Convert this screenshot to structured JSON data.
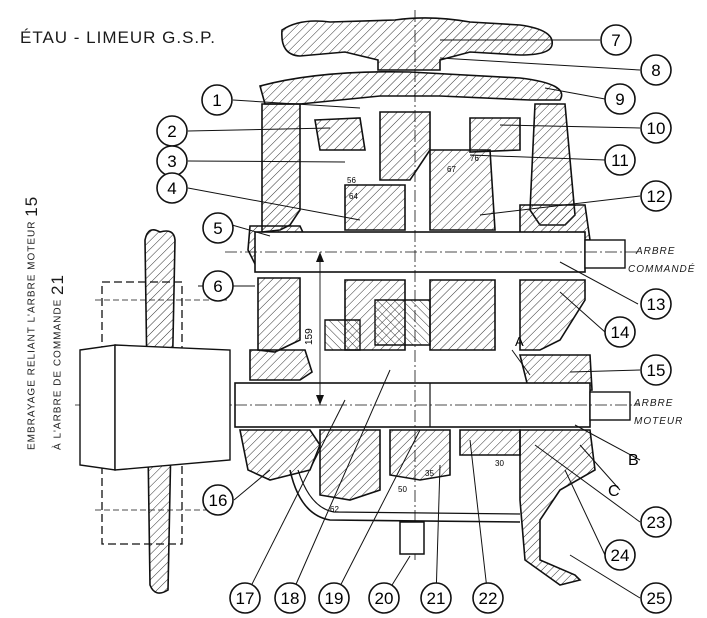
{
  "title": "ÉTAU - LIMEUR  G.S.P.",
  "side_labels": {
    "arbre_commande_1": "ARBRE",
    "arbre_commande_2": "COMMANDÉ",
    "arbre_moteur_1": "ARBRE",
    "arbre_moteur_2": "MOTEUR"
  },
  "vertical_notes": {
    "line1_text": "EMBRAYAGE RELIANT L'ARBRE MOTEUR",
    "line1_num": "15",
    "line2_text": "À L'ARBRE DE COMMANDE",
    "line2_num": "21"
  },
  "dimension": "159",
  "letters": [
    "A",
    "B",
    "C"
  ],
  "tooth_counts": [
    "56",
    "64",
    "76",
    "67",
    "62",
    "50",
    "35",
    "30"
  ],
  "callouts": {
    "left": [
      "1",
      "2",
      "3",
      "4",
      "5",
      "6",
      "16",
      "17",
      "18",
      "19",
      "20",
      "21",
      "22"
    ],
    "right": [
      "7",
      "8",
      "9",
      "10",
      "11",
      "12",
      "13",
      "14",
      "15",
      "23",
      "24",
      "25"
    ]
  }
}
